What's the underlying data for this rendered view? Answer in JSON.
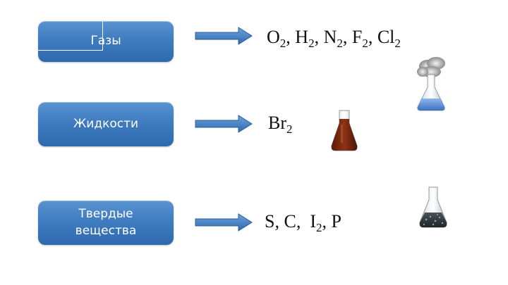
{
  "states": [
    {
      "id": "gases",
      "label": "Газы",
      "formulas": [
        {
          "el": "O",
          "sub": "2",
          "sep": ", "
        },
        {
          "el": "H",
          "sub": "2",
          "sep": ", "
        },
        {
          "el": "N",
          "sub": "2",
          "sep": ", "
        },
        {
          "el": "F",
          "sub": "2",
          "sep": ", "
        },
        {
          "el": "Cl",
          "sub": "2",
          "sep": ""
        }
      ],
      "flask": "gas-flask-icon"
    },
    {
      "id": "liquids",
      "label": "Жидкости",
      "formulas": [
        {
          "el": "Br",
          "sub": "2",
          "sep": ""
        }
      ],
      "flask": "liquid-flask-icon"
    },
    {
      "id": "solids",
      "label": "Твердые вещества",
      "formulas": [
        {
          "el": "S",
          "sub": "",
          "sep": ", "
        },
        {
          "el": "C",
          "sub": "",
          "sep": ",  "
        },
        {
          "el": "I",
          "sub": "2",
          "sep": ", "
        },
        {
          "el": "P",
          "sub": "",
          "sep": ""
        }
      ],
      "flask": "solid-flask-icon"
    }
  ],
  "colors": {
    "box": "#3f7cc0",
    "arrow": "#3f7cc0",
    "liquid": "#7a2a12",
    "gas_liquid": "#5f8fd8",
    "solid": "#2e3438"
  }
}
